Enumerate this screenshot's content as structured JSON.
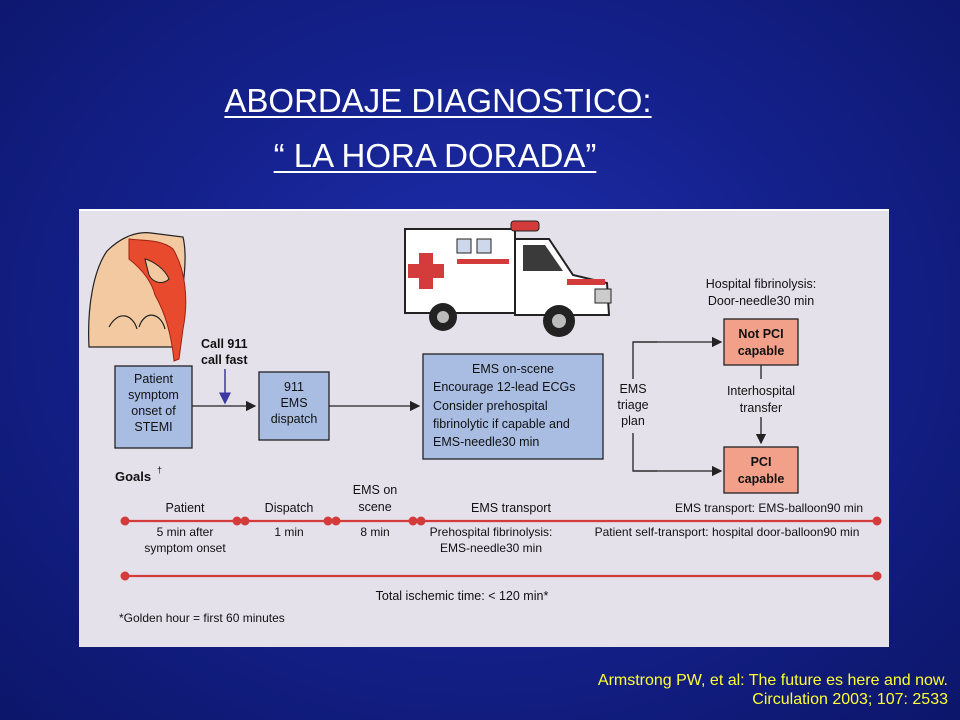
{
  "title": {
    "line1": "ABORDAJE DIAGNOSTICO:",
    "line2": "“ LA HORA DORADA”"
  },
  "figure": {
    "call_911": [
      "Call 911",
      "call fast"
    ],
    "patient_box": [
      "Patient",
      "symptom",
      "onset of",
      "STEMI"
    ],
    "dispatch_box": [
      "911",
      "EMS",
      "dispatch"
    ],
    "ems_box": [
      "EMS on-scene",
      "Encourage 12-lead ECGs",
      "Consider prehospital",
      "fibrinolytic if capable and",
      "EMS-needle30 min"
    ],
    "triage": [
      "EMS",
      "triage",
      "plan"
    ],
    "hospital_fibrinolysis": [
      "Hospital fibrinolysis:",
      "Door-needle30 min"
    ],
    "not_pci_box": [
      "Not PCI",
      "capable"
    ],
    "interhospital": [
      "Interhospital",
      "transfer"
    ],
    "pci_box": [
      "PCI",
      "capable"
    ],
    "goals_label": "Goals",
    "goals_mark": "†",
    "timeline_top": {
      "patient": "Patient",
      "dispatch": "Dispatch",
      "ems_on_scene": [
        "EMS on",
        "scene"
      ],
      "ems_transport": "EMS transport",
      "ems_balloon": "EMS transport: EMS-balloon90 min"
    },
    "timeline_bottom": {
      "patient_time": [
        "5 min after",
        "symptom onset"
      ],
      "dispatch_time": "1 min",
      "scene_time": "8 min",
      "prehospital": [
        "Prehospital fibrinolysis:",
        "EMS-needle30 min"
      ],
      "self_transport": "Patient self-transport: hospital door-balloon90 min"
    },
    "total_time": "Total ischemic time: < 120 min*",
    "footnote": "*Golden hour = first 60 minutes"
  },
  "citation": {
    "line1": "Armstrong PW, et al: The future es here and now.",
    "line2": "Circulation 2003; 107: 2533"
  },
  "colors": {
    "box_blue": "#a9bde3",
    "box_salmon": "#f2a08a",
    "timeline_red": "#d43b3b",
    "citation_yellow": "#ffff33"
  }
}
